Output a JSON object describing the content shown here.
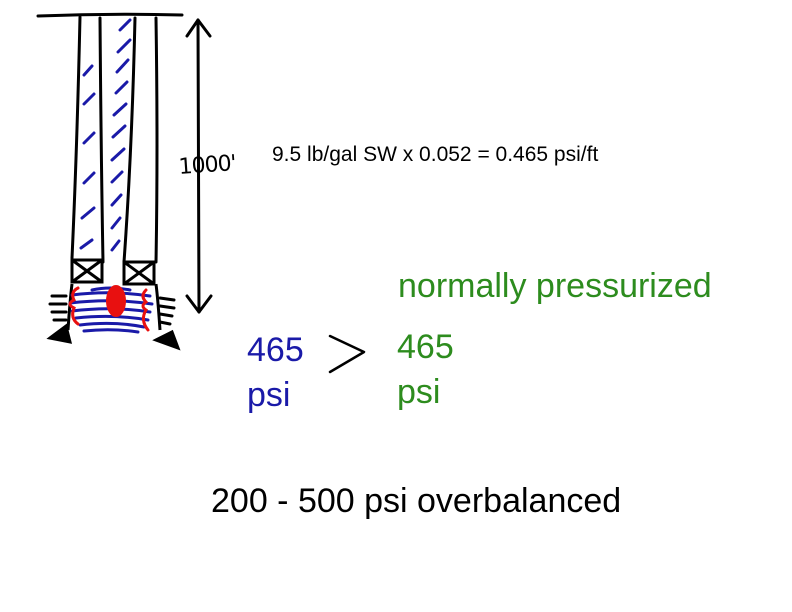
{
  "depth_label": "1000'",
  "formula": "9.5 lb/gal SW x 0.052 = 0.465 psi/ft",
  "well_pressure": {
    "value": "465",
    "unit": "psi"
  },
  "comparison_symbol": ">",
  "normal_pressure": {
    "title": "normally pressurized",
    "value": "465",
    "unit": "psi"
  },
  "overbalance": "200 - 500 psi overbalanced",
  "colors": {
    "ink": "#000000",
    "well_fluid": "#1a1aa8",
    "normal": "#2d8c1e",
    "perforation": "#e81010"
  }
}
